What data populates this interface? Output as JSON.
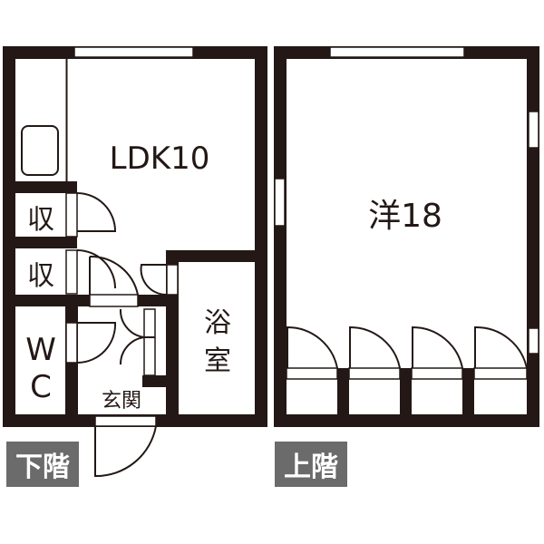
{
  "plans": {
    "lower": {
      "floor_label": "下階",
      "rooms": {
        "ldk": "LDK10",
        "storage_1": "収",
        "storage_2": "収",
        "wc_line1": "W",
        "wc_line2": "C",
        "bath_line1": "浴",
        "bath_line2": "室",
        "entrance": "玄関"
      }
    },
    "upper": {
      "floor_label": "上階",
      "rooms": {
        "western": "洋18"
      },
      "closet_count": 4
    }
  },
  "colors": {
    "wall": "#231815",
    "floor_tag_bg": "#6b6b6b",
    "floor_tag_text": "#ffffff"
  }
}
